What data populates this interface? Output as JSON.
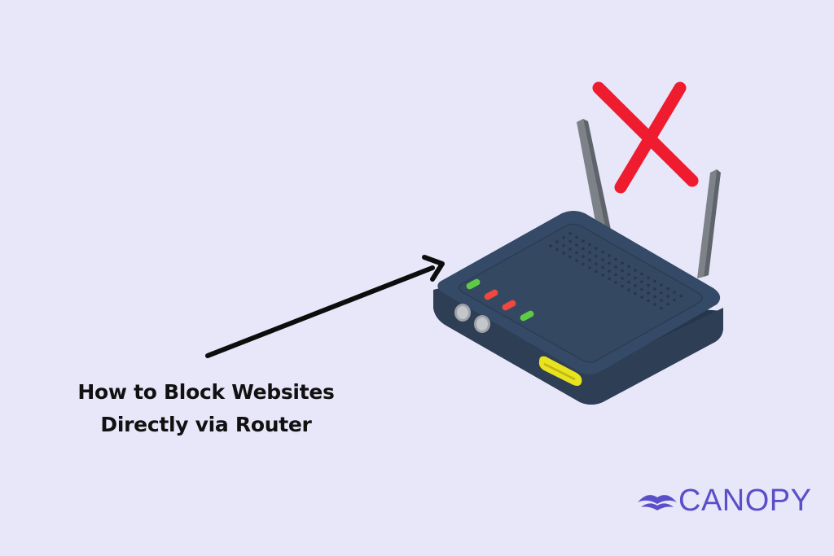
{
  "headline": {
    "line1": "How to Block Websites",
    "line2": "Directly via Router"
  },
  "brand": {
    "name": "CANOPY"
  },
  "colors": {
    "background": "#e8e6f9",
    "router_body": "#34475f",
    "router_dark": "#26374c",
    "antenna": "#7d8289",
    "cross": "#ee1c2e",
    "led_green": "#5ecb45",
    "led_red": "#f0473f",
    "port_yellow": "#e8e21f",
    "brand": "#5b4fc9",
    "text": "#111111"
  },
  "icons": [
    "router-icon",
    "block-cross-icon",
    "arrow-icon",
    "canopy-logo-icon"
  ]
}
